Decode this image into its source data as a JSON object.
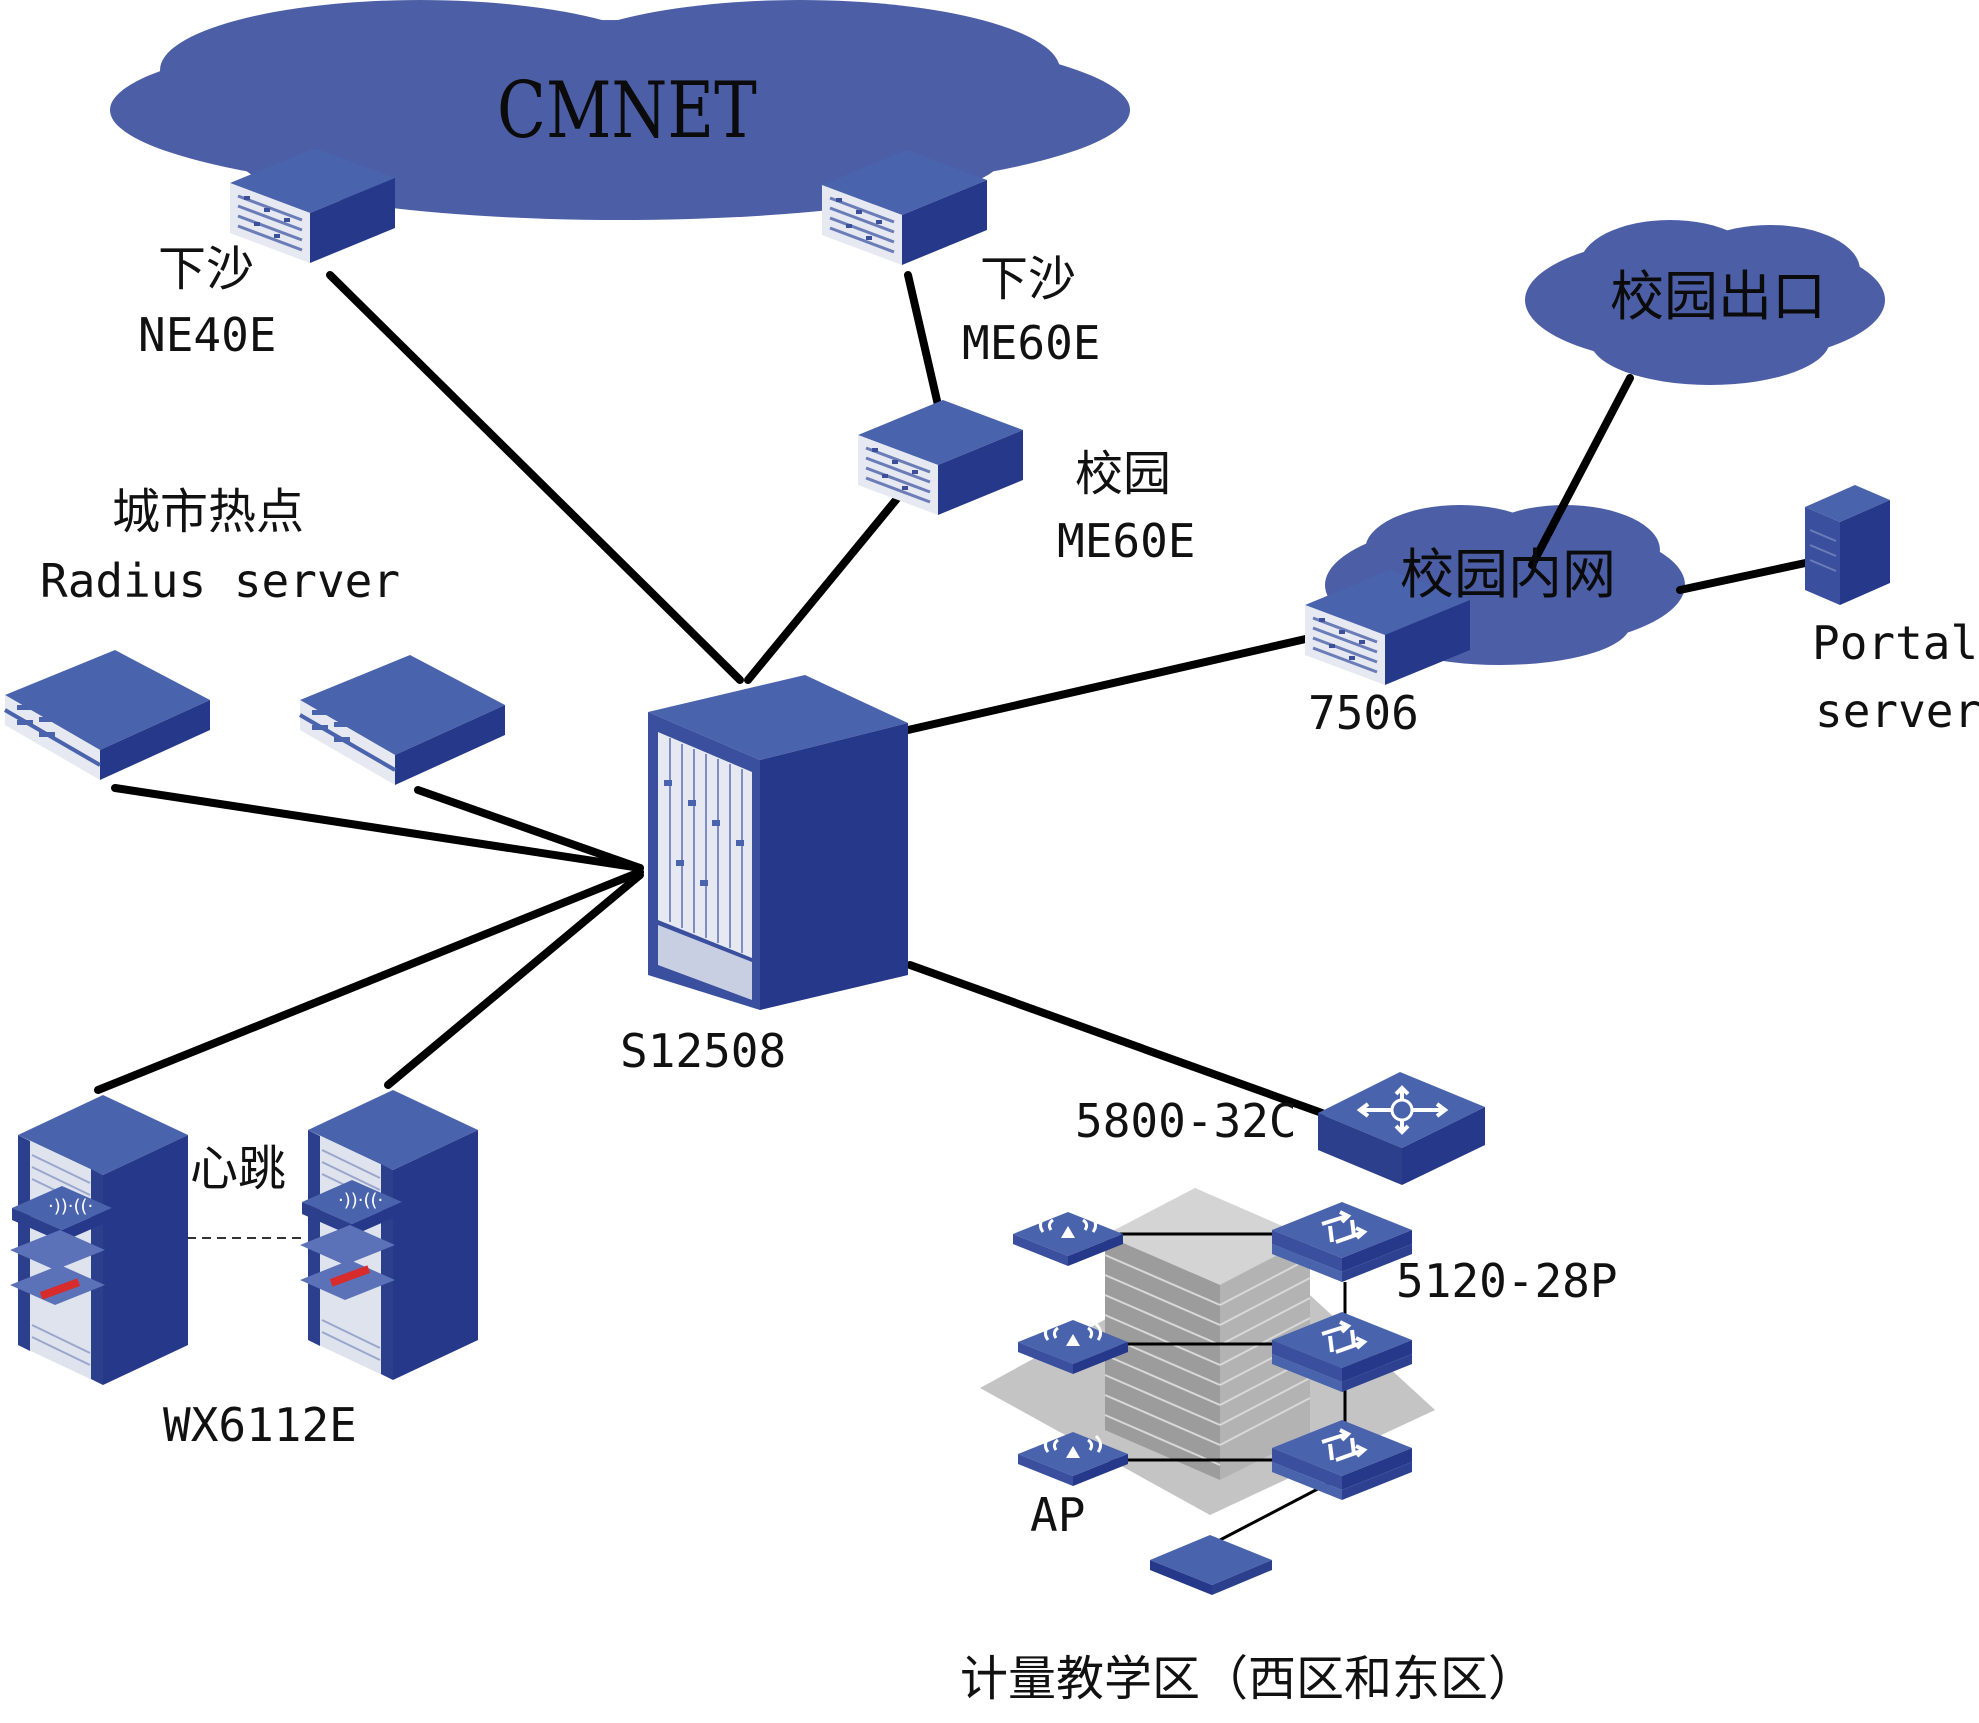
{
  "colors": {
    "device_top": "#4a63ad",
    "device_front": "#e6e9f1",
    "device_side": "#26388a",
    "cloud": "#4c5fa6",
    "link": "#000000",
    "building_gray": "#bfbfbf"
  },
  "clouds": {
    "cmnet": "CMNET",
    "campus_exit": "校园出口",
    "campus_intranet": "校园内网"
  },
  "labels": {
    "xiasha_ne40e": [
      "下沙",
      "NE40E"
    ],
    "xiasha_me60e": [
      "下沙",
      "ME60E"
    ],
    "campus_me60e": [
      "校园",
      "ME60E"
    ],
    "radius": [
      "城市热点",
      "Radius server"
    ],
    "core": "S12508",
    "sw7506": "7506",
    "portal": [
      "Portal",
      "server"
    ],
    "sw5800": "5800-32C",
    "sw5120": "5120-28P",
    "ap": "AP",
    "heartbeat": "心跳",
    "wx": "WX6112E",
    "zone": "计量教学区（西区和东区）"
  },
  "icons": {
    "router": "router-icon",
    "server": "server-icon",
    "core_switch": "core-switch-icon",
    "tower": "tower-server-icon",
    "ac": "wireless-controller-icon",
    "switch": "switch-icon",
    "ap": "access-point-icon",
    "building": "building-icon"
  }
}
